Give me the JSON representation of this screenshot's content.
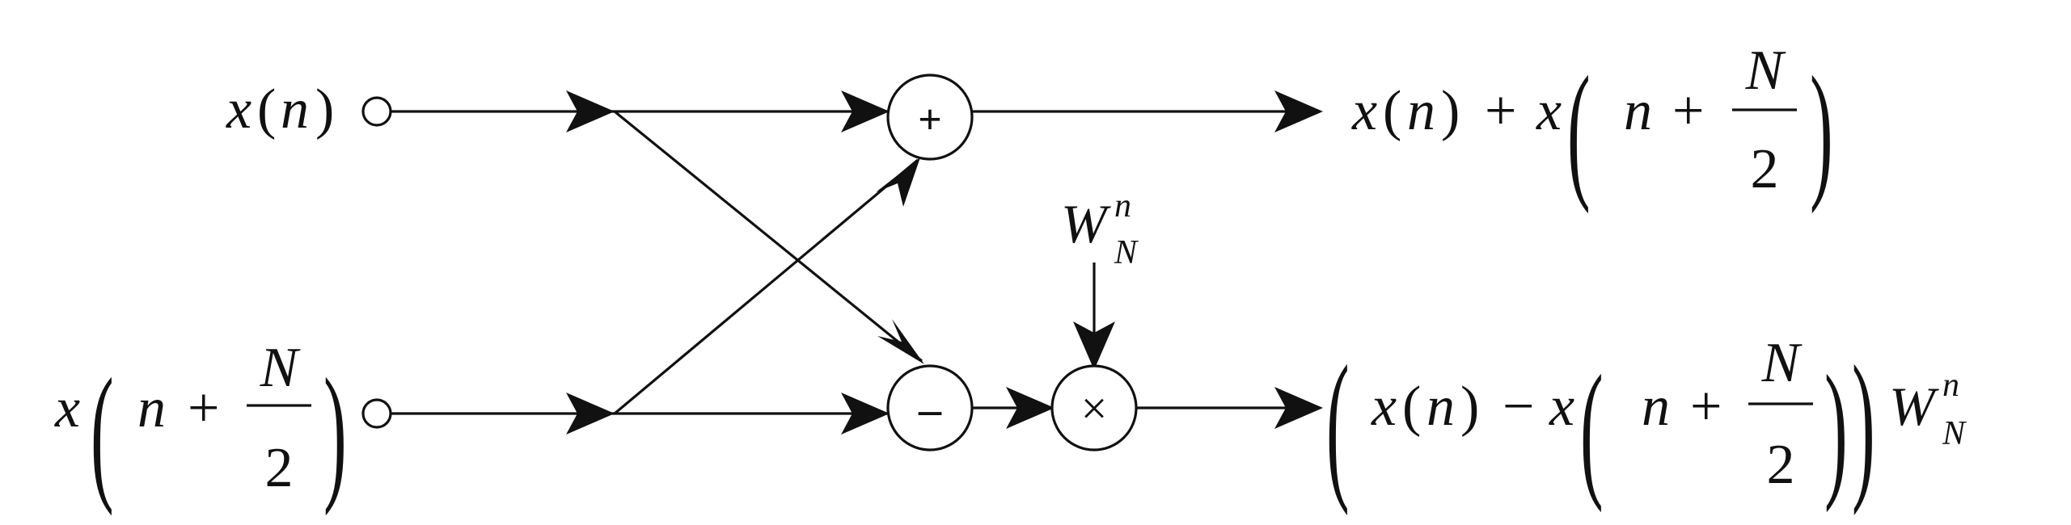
{
  "inputs": {
    "top": {
      "fn": "x",
      "open_paren": "(",
      "var": "n",
      "close_paren": ")"
    },
    "bottom": {
      "fn": "x",
      "var": "n",
      "plus": "+",
      "numerator": "N",
      "denominator": "2",
      "open_paren": "(",
      "close_paren": ")"
    }
  },
  "nodes": {
    "adder": {
      "symbol": "+"
    },
    "subtractor": {
      "symbol": "–"
    },
    "multiplier": {
      "symbol": "×"
    }
  },
  "twiddle": {
    "base": "W",
    "superscript": "n",
    "subscript": "N"
  },
  "outputs": {
    "top": {
      "x1": "x",
      "p1": "(",
      "n1": "n",
      "p1c": ")",
      "plus": "+",
      "x2": "x",
      "var": "n",
      "plus2": "+",
      "numerator": "N",
      "denominator": "2",
      "po": "(",
      "pc": ")"
    },
    "bottom": {
      "outer_open": "(",
      "x1": "x",
      "p1": "(",
      "n1": "n",
      "p1c": ")",
      "minus": "−",
      "x2": "x",
      "var": "n",
      "plus": "+",
      "numerator": "N",
      "denominator": "2",
      "inner_open": "(",
      "inner_close": ")",
      "outer_close": ")",
      "w_base": "W",
      "w_sup": "n",
      "w_sub": "N"
    }
  }
}
